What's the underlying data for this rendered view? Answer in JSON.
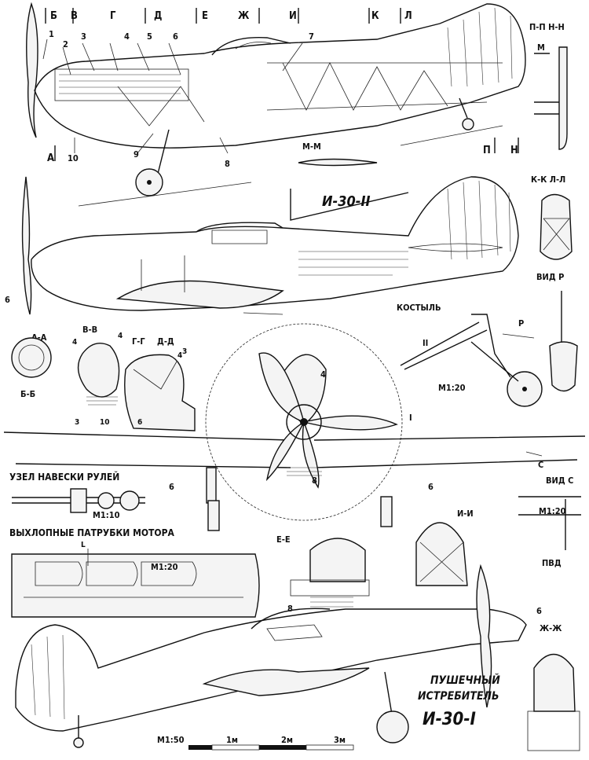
{
  "section_letters_top": [
    "Б",
    "В",
    "Г",
    "Д",
    "Е",
    "Ж",
    "И",
    "К",
    "Л"
  ],
  "section_letters_bottom": [
    "А",
    "П",
    "Н"
  ],
  "top_callouts": [
    "1",
    "2",
    "3",
    "4",
    "5",
    "6",
    "7",
    "8",
    "9",
    "10"
  ],
  "cuts": {
    "pp_nn": "П-П  Н-Н",
    "m_label": "М",
    "mm": "М-М",
    "kk_ll": "К-К  Л-Л",
    "vid_r": "ВИД Р",
    "aa": "А-А",
    "vv": "В-В",
    "gg": "Г-Г",
    "dd": "Д-Д",
    "bb": "Б-Б",
    "ii": "И-И",
    "ee": "Е-Е",
    "zhzh": "Ж-Ж",
    "vid_c": "ВИД С"
  },
  "titles": {
    "i30_2": "И-30-II",
    "kostyl": "КОСТЫЛЬ",
    "uzel": "УЗЕЛ НАВЕСКИ РУЛЕЙ",
    "vykhlop": "ВЫХЛОПНЫЕ ПАТРУБКИ МОТОРА",
    "pvd": "ПВД",
    "pushechny": "ПУШЕЧНЫЙ",
    "istrebitel": "ИСТРЕБИТЕЛЬ",
    "i30_1": "И-30-I"
  },
  "scales": {
    "m120_kostyl": "М1:20",
    "m110": "М1:10",
    "m120_exhaust": "М1:20",
    "m120_pvd": "М1:20",
    "m150": "М1:50",
    "one_m": "1м",
    "two_m": "2м",
    "three_m": "3м"
  },
  "misc_labels": {
    "six_left": "6",
    "p_arrow": "Р",
    "c_arrow": "С",
    "eleven": "II",
    "front_six_l": "6",
    "front_six_r": "6",
    "front_eight": "8",
    "front_four": "4",
    "front_one": "I",
    "ee_eight": "8",
    "i30_six": "6",
    "sec_4a": "4",
    "sec_4b": "4",
    "sec_3a": "3",
    "sec_3b": "3",
    "sec_4c": "4",
    "sec_10": "10",
    "sec_6": "6",
    "l_mark": "L"
  }
}
